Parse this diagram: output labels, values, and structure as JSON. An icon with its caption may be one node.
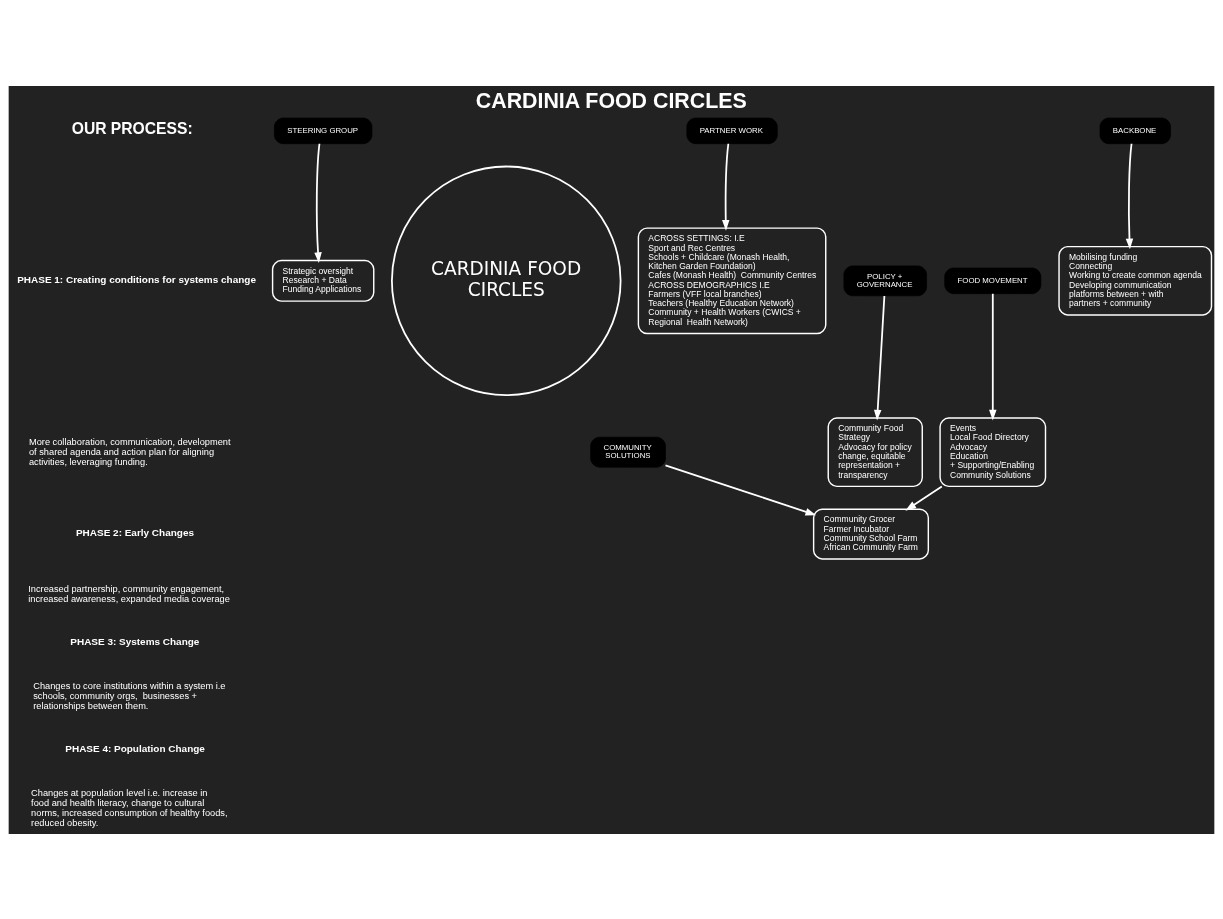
{
  "diagram": {
    "title": "CARDINIA FOOD CIRCLES",
    "nodes": [
      {
        "text": [
          "CARDINIA FOOD CIRCLES"
        ]
      },
      {
        "text": [
          "STEERING GROUP"
        ]
      },
      {
        "text": [
          "Strategic oversight",
          "Research + Data",
          "Funding Applications"
        ]
      },
      {
        "text": [
          "BACKBONE"
        ]
      },
      {
        "text": [
          "Mobilising funding",
          "Connecting",
          "Working to create common agenda",
          "Developing communication platforms between + with partners + community"
        ]
      },
      {
        "text": [
          "PARTNER WORK"
        ]
      },
      {
        "text": [
          "ACROSS SETTINGS: I.E",
          "Sport and Rec Centres",
          "Schools + Childcare (Monash Health, Kitchen Garden Foundation)",
          "Cafes (Monash Health)  Community Centres",
          "ACROSS DEMOGRAPHICS I.E",
          "Farmers (VFF local branches)",
          "Teachers (Healthy Education Network)",
          "Community + Health Workers (CWICS + Regional  Health Network)"
        ]
      },
      {
        "text": [
          "FOOD MOVEMENT"
        ]
      },
      {
        "text": [
          "Events",
          "Local Food Directory",
          "Advocacy",
          "Education",
          "+ Supporting/Enabling Community Solutions"
        ]
      },
      {
        "text": [
          "POLICY + GOVERNANCE"
        ]
      },
      {
        "text": [
          "Community Food Strategy",
          "Advocacy for policy change, equitable representation + transparency"
        ]
      },
      {
        "text": [
          "COMMUNITY SOLUTIONS"
        ]
      },
      {
        "text": [
          "Community Grocer",
          "Farmer Incubator",
          "Community School Farm",
          "African Community Farm"
        ]
      }
    ],
    "edges": [
      {
        "from": 1,
        "to": 2,
        "arrow": "to"
      },
      {
        "from": 3,
        "to": 4,
        "arrow": "to"
      },
      {
        "from": 5,
        "to": 6,
        "arrow": "to"
      },
      {
        "from": 7,
        "to": 8,
        "arrow": "to"
      },
      {
        "from": 9,
        "to": 10,
        "arrow": "to"
      },
      {
        "from": 11,
        "to": 12,
        "arrow": "to"
      },
      {
        "from": 8,
        "to": 12,
        "arrow": "to"
      }
    ],
    "labels": [
      "OUR PROCESS:",
      "PHASE 1: Creating conditions for systems change",
      "More collaboration, communication, development of shared agenda and action plan for aligning activities, leveraging funding.",
      "PHASE 2: Early Changes",
      "Increased partnership, community engagement, increased awareness, expanded media coverage",
      "PHASE 3: Systems Change",
      "Changes to core institutions within a system i.e schools, community orgs,  businesses + relationships between them.",
      "PHASE 4: Population Change",
      "Changes at population level i.e. increase in food and health literacy, change to cultural norms, increased consumption of healthy foods, reduced obesity."
    ]
  }
}
